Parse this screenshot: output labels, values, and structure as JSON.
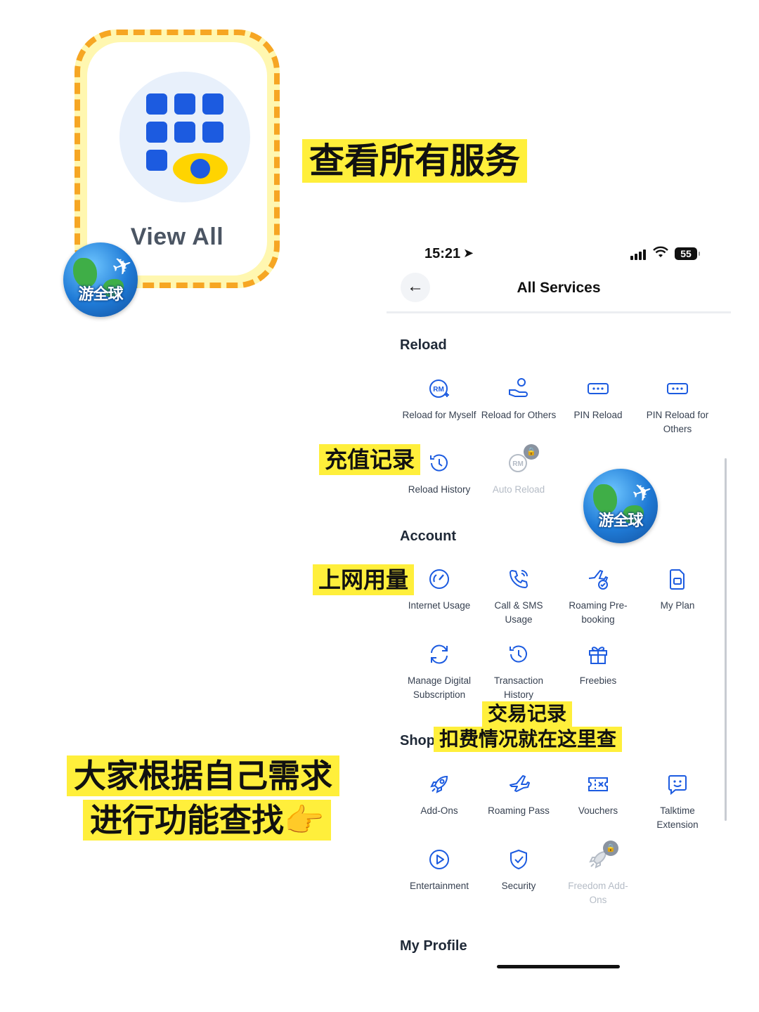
{
  "zoom_tile": {
    "label": "View All"
  },
  "captions": {
    "view_all_services": "查看所有服务",
    "reload_record": "充值记录",
    "internet_usage": "上网用量",
    "transaction_line1": "交易记录",
    "transaction_line2": "扣费情况就在这里查",
    "hint_line1": "大家根据自己需求",
    "hint_line2": "进行功能查找👉"
  },
  "logo": {
    "text": "游全球"
  },
  "status_bar": {
    "time": "15:21",
    "battery": "55"
  },
  "header": {
    "title": "All Services"
  },
  "sections": {
    "reload": {
      "title": "Reload",
      "items": [
        {
          "label": "Reload for Myself",
          "icon": "reload-rm-icon"
        },
        {
          "label": "Reload for Others",
          "icon": "reload-others-icon"
        },
        {
          "label": "PIN Reload",
          "icon": "pin-icon"
        },
        {
          "label": "PIN Reload for Others",
          "icon": "pin-icon"
        },
        {
          "label": "Reload History",
          "icon": "history-icon"
        },
        {
          "label": "Auto Reload",
          "icon": "auto-reload-icon",
          "locked": true
        }
      ]
    },
    "account": {
      "title": "Account",
      "items": [
        {
          "label": "Internet Usage",
          "icon": "gauge-icon"
        },
        {
          "label": "Call & SMS Usage",
          "icon": "phone-icon"
        },
        {
          "label": "Roaming Pre-booking",
          "icon": "plane-check-icon"
        },
        {
          "label": "My Plan",
          "icon": "sim-icon"
        },
        {
          "label": "Manage Digital Subscription",
          "icon": "refresh-icon"
        },
        {
          "label": "Transaction History",
          "icon": "history-icon"
        },
        {
          "label": "Freebies",
          "icon": "gift-icon"
        }
      ]
    },
    "shop": {
      "title": "Shop",
      "items": [
        {
          "label": "Add-Ons",
          "icon": "rocket-icon"
        },
        {
          "label": "Roaming Pass",
          "icon": "plane-icon"
        },
        {
          "label": "Vouchers",
          "icon": "ticket-icon"
        },
        {
          "label": "Talktime Extension",
          "icon": "chat-smile-icon"
        },
        {
          "label": "Entertainment",
          "icon": "play-icon"
        },
        {
          "label": "Security",
          "icon": "shield-check-icon"
        },
        {
          "label": "Freedom Add-Ons",
          "icon": "rocket-icon",
          "locked": true
        }
      ]
    },
    "profile": {
      "title": "My Profile"
    }
  },
  "colors": {
    "accent": "#1c5be0",
    "highlight": "#ffef3b",
    "dashed_border": "#f6a623",
    "disabled": "#b5bcc6"
  }
}
